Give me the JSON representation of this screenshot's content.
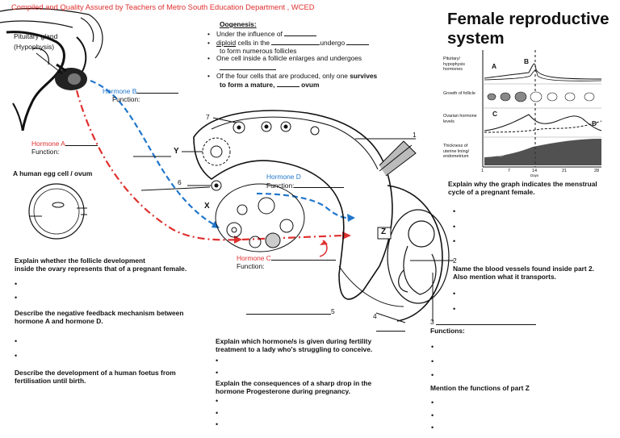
{
  "header": {
    "credit": "Compiled and Quality Assured by Teachers of Metro South Education Department , WCED"
  },
  "title": {
    "line1": "Female reproductive",
    "line2": "system"
  },
  "pituitary": {
    "line1": "Pituitary gland",
    "line2": "(Hypophysis)"
  },
  "hormones": {
    "a": {
      "name": "Hormone A",
      "function_label": "Function:"
    },
    "b": {
      "name": "Hormone B",
      "function_label": "Function:"
    },
    "c": {
      "name": "Hormone C",
      "function_label": "Function:"
    },
    "d": {
      "name": "Hormone D",
      "function_label": "Function:"
    }
  },
  "oogenesis": {
    "heading": "Oogenesis:",
    "b1": "Under the influence of",
    "b2a": "diploid",
    "b2b": "cells in the",
    "b2c": "undergo",
    "b2d": "to form numerous follicles",
    "b3": "One cell inside a follicle enlarges and undergoes",
    "b4a": "Of the four cells that are produced, only one",
    "b4b": "survives",
    "b5a": "to form a mature,",
    "b5b": "ovum"
  },
  "egg_cell": {
    "label": "A human egg cell / ovum"
  },
  "diagram_labels": {
    "y": "Y",
    "x": "X",
    "z": "Z",
    "n1": "1",
    "n2": "2",
    "n3": "3",
    "n4": "4",
    "n5": "5",
    "n6": "6",
    "n7": "7"
  },
  "graph": {
    "rows": [
      {
        "label": "Pituitary/ hypophysis hormones"
      },
      {
        "label": "Growth of follicle"
      },
      {
        "label": "Ovarian hormone levels"
      },
      {
        "label": "Thickness of uterine lining/ endometrium"
      }
    ],
    "letters": {
      "a": "A",
      "b": "B",
      "c": "C",
      "d": "D"
    },
    "x_ticks": [
      "1",
      "7",
      "14",
      "21",
      "28"
    ],
    "day14_sub": "Days"
  },
  "questions": {
    "graph_q": {
      "line1": "Explain why the graph indicates the menstrual",
      "line2": "cycle of a pregnant female."
    },
    "follicle_q": {
      "line1": "Explain whether the follicle development",
      "line2": "inside the ovary represents that of a pregnant female."
    },
    "feedback_q": {
      "line1": "Describe the negative feedback mechanism between",
      "line2": "hormone A and hormone D."
    },
    "development_q": {
      "line1": "Describe the development of a human foetus from",
      "line2": "fertilisation until birth."
    },
    "fertility_q": {
      "line1": "Explain which hormone/s is given during fertility",
      "line2": "treatment to a lady who's struggling to conceive."
    },
    "progesterone_q": {
      "line1": "Explain the consequences of a sharp drop in the",
      "line2": "hormone Progesterone during pregnancy."
    },
    "vessels_q": {
      "line1": "Name the blood vessels found inside part 2.",
      "line2": "Also mention what it transports."
    },
    "functions_q": {
      "label": "Functions:"
    },
    "partz_q": {
      "label": "Mention the functions of part Z"
    }
  },
  "bullet": "•",
  "colors": {
    "red": "#e03030",
    "blue": "#2277cc"
  }
}
